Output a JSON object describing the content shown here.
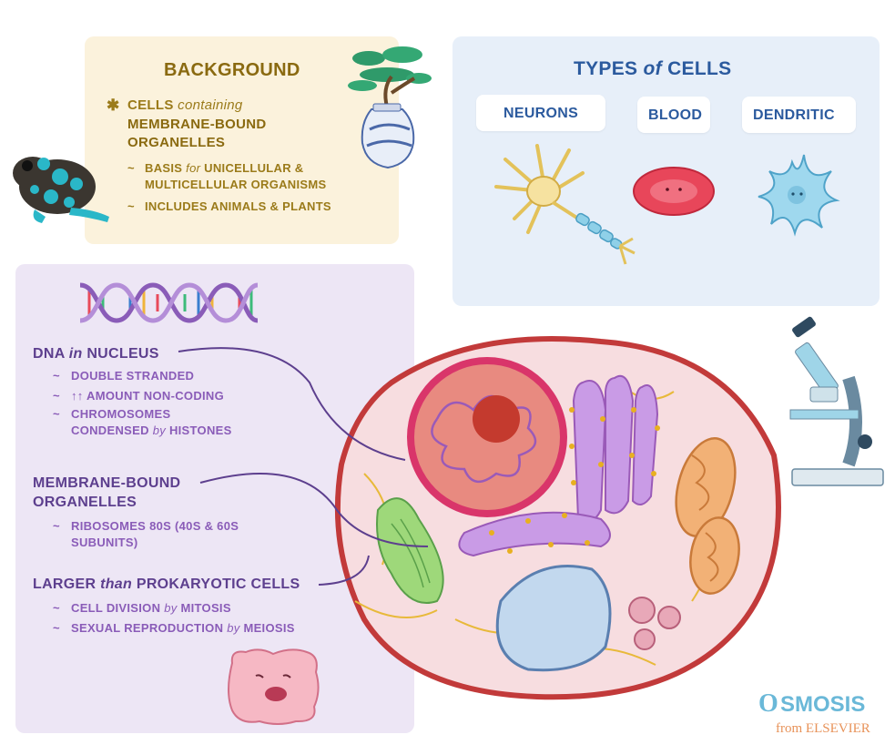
{
  "background": {
    "title": "BACKGROUND",
    "bullet_prefix": "CELLS",
    "bullet_connector": "containing",
    "bullet_line2": "MEMBRANE-BOUND",
    "bullet_line3": "ORGANELLES",
    "sub1_a": "BASIS",
    "sub1_b": "for",
    "sub1_c": "UNICELLULAR &",
    "sub1_line2": "MULTICELLULAR ORGANISMS",
    "sub2": "INCLUDES ANIMALS & PLANTS"
  },
  "types": {
    "title_a": "TYPES",
    "title_b": "of",
    "title_c": "CELLS",
    "cells": [
      "NEURONS",
      "BLOOD",
      "DENDRITIC"
    ]
  },
  "eukaryote": {
    "dna_a": "DNA",
    "dna_b": "in",
    "dna_c": "NUCLEUS",
    "dna_items": [
      "DOUBLE STRANDED",
      "AMOUNT NON-CODING",
      "CHROMOSOMES"
    ],
    "dna_item3_line2_a": "CONDENSED",
    "dna_item3_line2_b": "by",
    "dna_item3_line2_c": "HISTONES",
    "arrows": "↑↑",
    "membrane_line1": "MEMBRANE-BOUND",
    "membrane_line2": "ORGANELLES",
    "ribosome_line1": "RIBOSOMES 80S (40S & 60S",
    "ribosome_line2": "SUBUNITS)",
    "larger_a": "LARGER",
    "larger_b": "than",
    "larger_c": "PROKARYOTIC CELLS",
    "division_a": "CELL DIVISION",
    "division_b": "by",
    "division_c": "MITOSIS",
    "repro_a": "SEXUAL REPRODUCTION",
    "repro_b": "by",
    "repro_c": "MEIOSIS",
    "tilde": "~"
  },
  "logo": {
    "name": "SMOSIS",
    "sub": "from ELSEVIER"
  },
  "colors": {
    "gold": "#9b7b1a",
    "blue": "#2b5a9e",
    "purple": "#5d3f8e"
  }
}
